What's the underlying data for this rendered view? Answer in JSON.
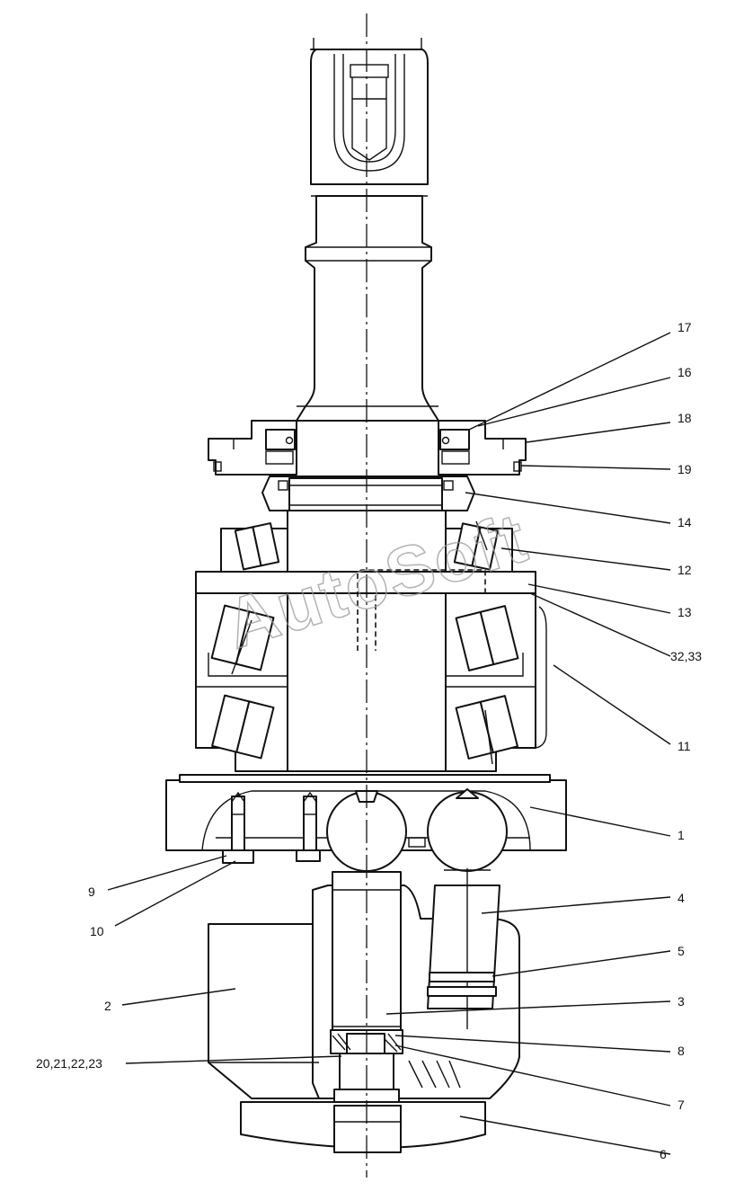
{
  "watermark": "AutoSoft",
  "callouts": {
    "c17": "17",
    "c16": "16",
    "c18": "18",
    "c19": "19",
    "c14": "14",
    "c12": "12",
    "c13": "13",
    "c32_33": "32,33",
    "c11": "11",
    "c1": "1",
    "c9": "9",
    "c10": "10",
    "c4": "4",
    "c5": "5",
    "c2": "2",
    "c3": "3",
    "c8": "8",
    "c20_23": "20,21,22,23",
    "c7": "7",
    "c6": "6"
  },
  "colors": {
    "line": "#111111",
    "watermark": "#9a9a9a",
    "background": "#ffffff"
  }
}
